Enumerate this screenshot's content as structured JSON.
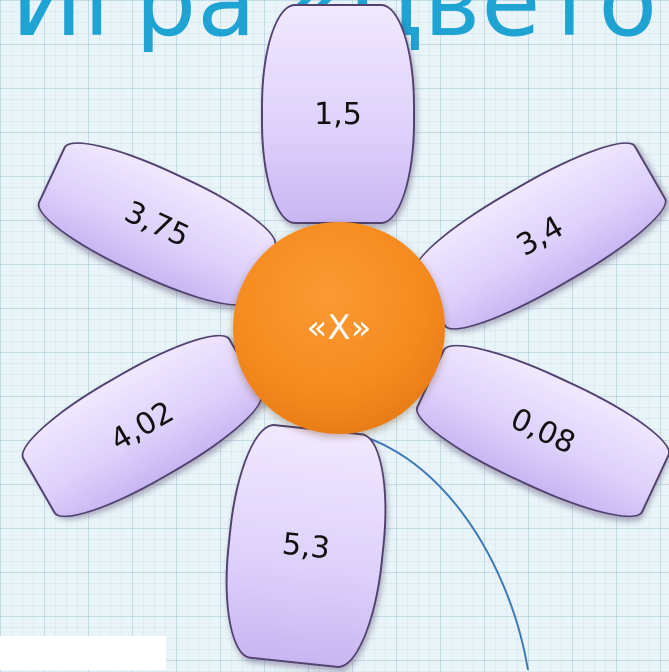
{
  "title": "Игра «Цвето",
  "center": {
    "label": "«X»"
  },
  "petals": {
    "top": "1,5",
    "upper_left": "3,75",
    "upper_right": "3,4",
    "lower_left": "4,02",
    "lower_right": "0,08",
    "bottom": "5,3"
  },
  "colors": {
    "title": "#1fa3d3",
    "petal": "#ddd0fb",
    "petal_border": "#51426f",
    "center": "#f48a1e",
    "stem": "#3f79b6"
  }
}
